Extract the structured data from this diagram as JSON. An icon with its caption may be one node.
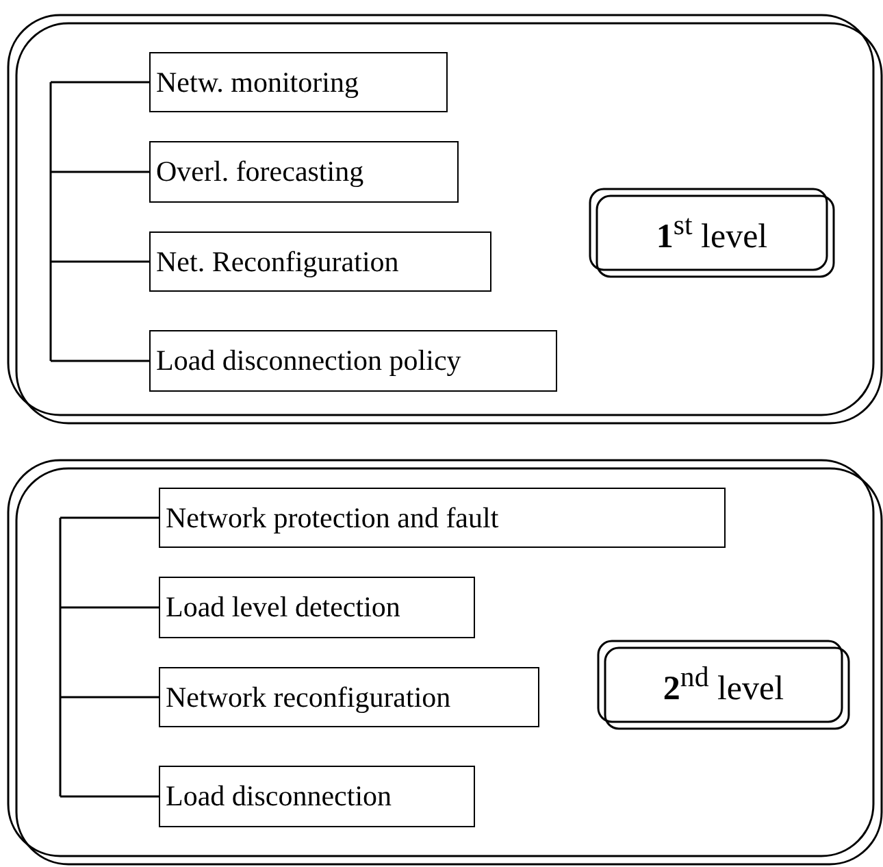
{
  "diagram": {
    "nodes": [
      {
        "text": [],
        "shape": "box"
      },
      {
        "text": [
          "Netw. monitoring"
        ],
        "in": 0
      },
      {
        "text": [
          "Overl. forecasting"
        ],
        "in": 0
      },
      {
        "text": [
          "Net. Reconfiguration"
        ],
        "in": 0
      },
      {
        "text": [
          "Load disconnection policy"
        ],
        "in": 0
      },
      {
        "text": [
          "**1**$^{st}$ level"
        ],
        "in": 0
      },
      {
        "text": [],
        "shape": "box"
      },
      {
        "text": [
          "Network protection and fault"
        ],
        "in": 6
      },
      {
        "text": [
          "Load level detection"
        ],
        "in": 6
      },
      {
        "text": [
          "Network reconfiguration"
        ],
        "in": 6
      },
      {
        "text": [
          "Load disconnection"
        ],
        "in": 6
      },
      {
        "text": [
          "**2**$^{nd}$ level"
        ],
        "in": 6
      }
    ],
    "edges": [
      {
        "from": null,
        "to": 1,
        "arrow": "none"
      },
      {
        "from": null,
        "to": 2,
        "arrow": "none"
      },
      {
        "from": null,
        "to": 3,
        "arrow": "none"
      },
      {
        "from": null,
        "to": 4,
        "arrow": "none"
      },
      {
        "from": null,
        "to": 7,
        "arrow": "none"
      },
      {
        "from": null,
        "to": 8,
        "arrow": "none"
      },
      {
        "from": null,
        "to": 9,
        "arrow": "none"
      },
      {
        "from": null,
        "to": 10,
        "arrow": "none"
      }
    ]
  }
}
